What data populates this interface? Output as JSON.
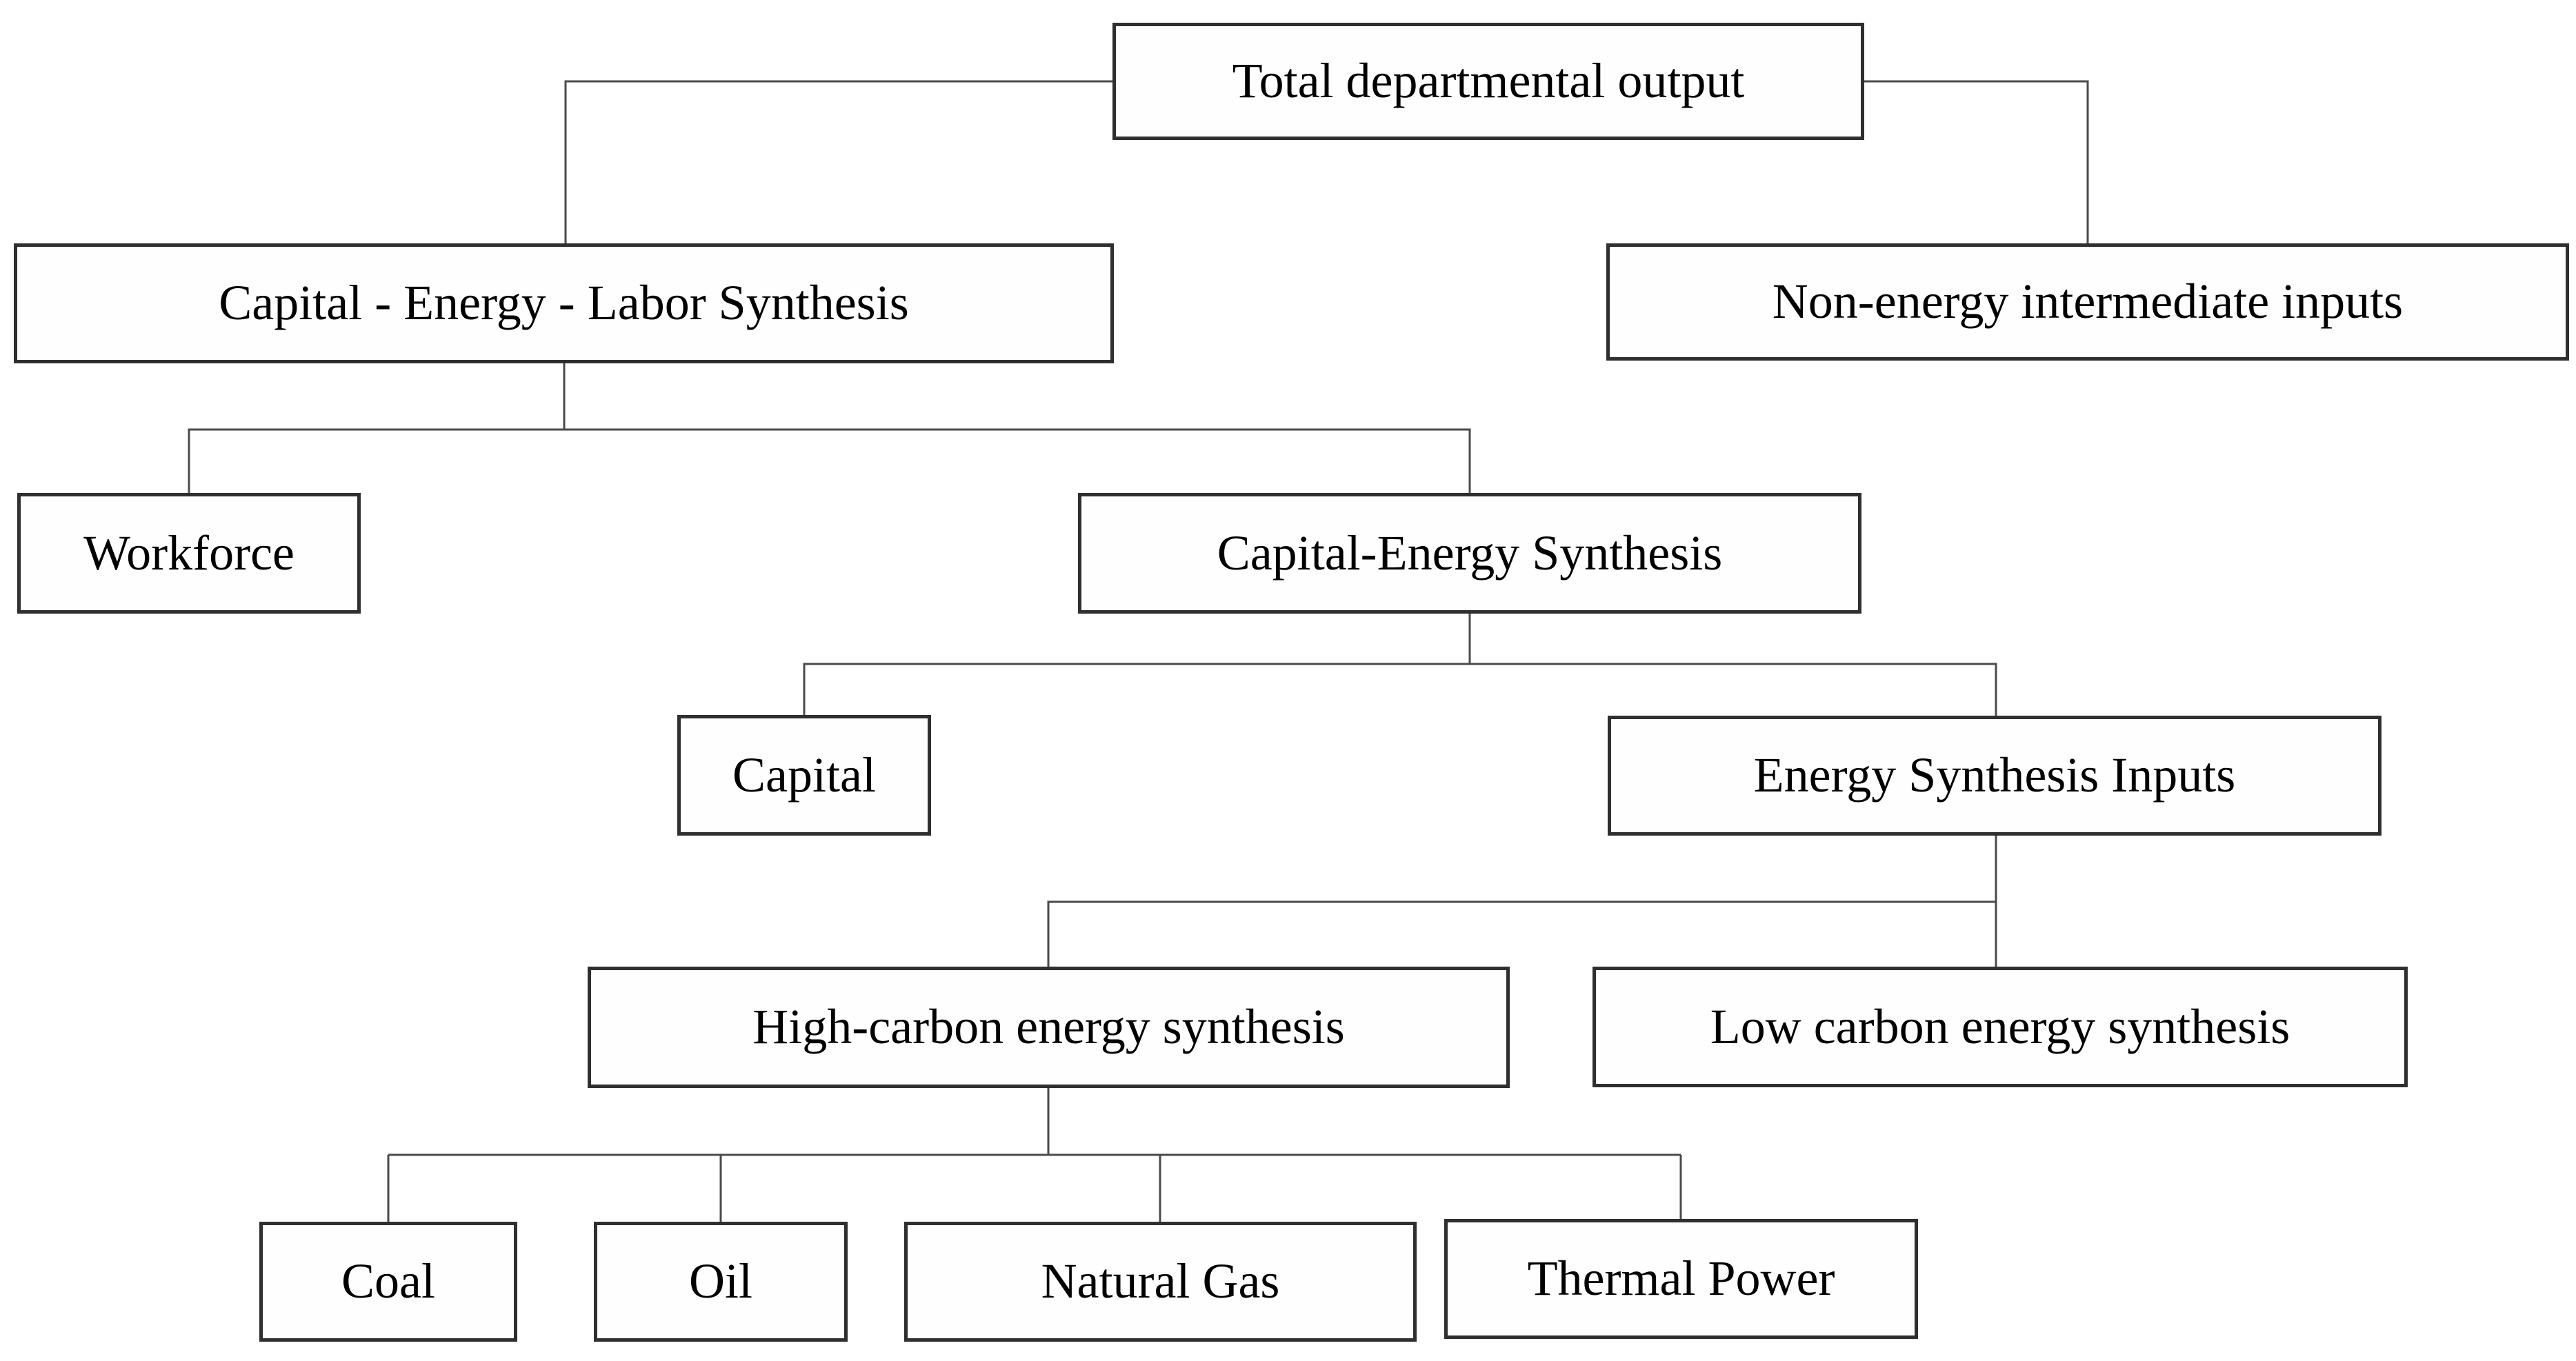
{
  "diagram": {
    "type": "tree",
    "description": "Nested production structure tree of total departmental output",
    "colors": {
      "bg": "#ffffff",
      "box-bg": "#fefefe",
      "border": "#2f2f2f",
      "line": "#4a4a4a",
      "text": "#000000"
    },
    "tree": {
      "label": "Total departmental output",
      "children": [
        {
          "label": "Capital - Energy - Labor Synthesis",
          "children": [
            {
              "label": "Workforce",
              "children": []
            },
            {
              "label": "Capital-Energy Synthesis",
              "children": [
                {
                  "label": "Capital",
                  "children": []
                },
                {
                  "label": "Energy Synthesis Inputs",
                  "children": [
                    {
                      "label": "High-carbon energy synthesis",
                      "children": [
                        {
                          "label": "Coal",
                          "children": []
                        },
                        {
                          "label": "Oil",
                          "children": []
                        },
                        {
                          "label": "Natural Gas",
                          "children": []
                        },
                        {
                          "label": "Thermal Power",
                          "children": []
                        }
                      ]
                    },
                    {
                      "label": "Low carbon energy synthesis",
                      "children": []
                    }
                  ]
                }
              ]
            }
          ]
        },
        {
          "label": "Non-energy intermediate inputs",
          "children": []
        }
      ]
    }
  }
}
